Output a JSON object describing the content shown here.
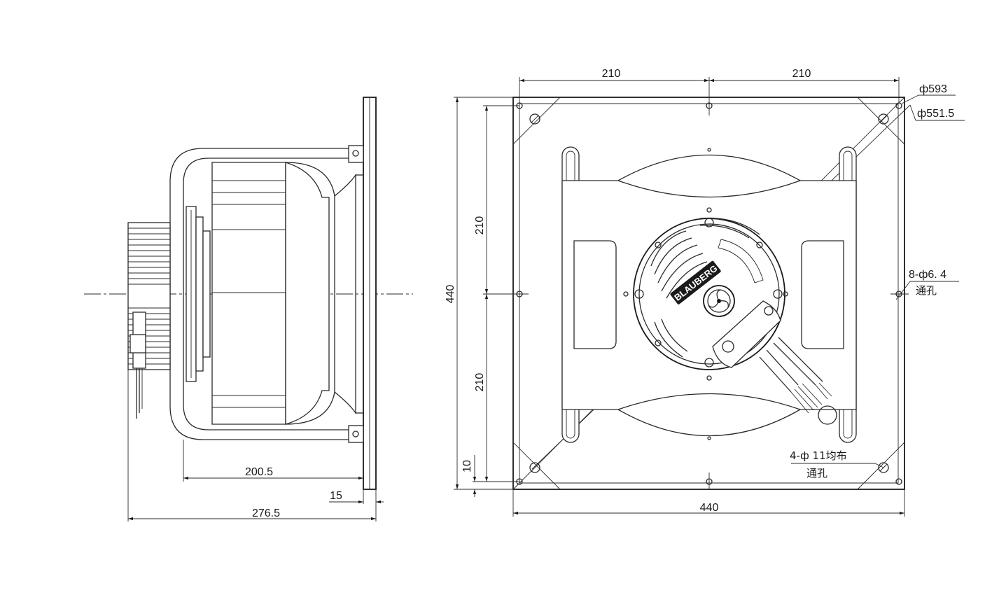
{
  "side_view": {
    "dims": {
      "depth_impeller": "200.5",
      "flange_thickness": "15",
      "total_depth": "276.5"
    }
  },
  "front_view": {
    "dims": {
      "top_left": "210",
      "top_right": "210",
      "left_upper": "210",
      "left_lower": "210",
      "height_total": "440",
      "width_total": "440",
      "edge_offset": "10"
    },
    "callouts": {
      "outer_diameter": "ф593",
      "inner_diameter": "ф551.5",
      "small_holes_line1": "8-ф6. 4",
      "small_holes_line2": "通孔",
      "large_holes_line1": "4-ф 11均布",
      "large_holes_line2": "通孔"
    },
    "motor_label": "BLAUBERG"
  }
}
